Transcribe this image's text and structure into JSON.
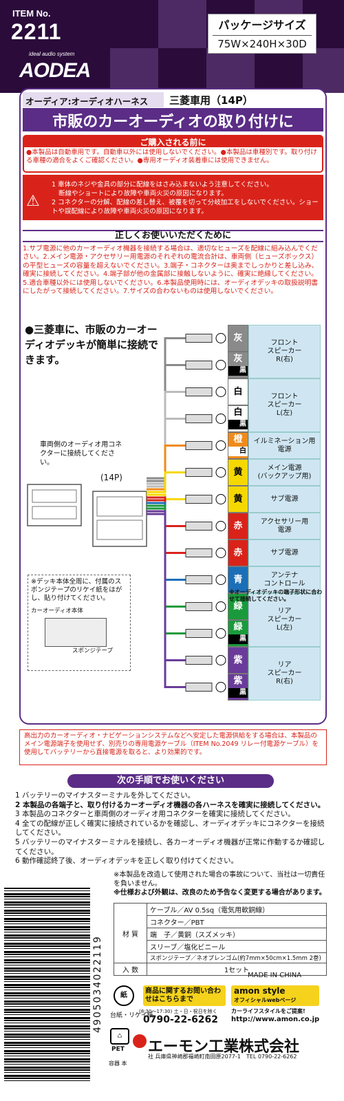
{
  "header": {
    "item_label": "ITEM No.",
    "item_number": "2211",
    "brand_small": "ideal audio system",
    "brand": "AODEA",
    "package_label": "パッケージサイズ",
    "package_size": "75W×240H×30D"
  },
  "category": "オーディア:オーディオハーネス",
  "fitment": "三菱車用（14P）",
  "title": "市販のカーオーディオの取り付けに",
  "before": {
    "heading": "ご購入される前に",
    "text": "●本製品は自動車用です。自動車以外には使用しないでください。●本製品は車種別です。取り付ける車種の適合をよくご確認ください。●専用オーディオ装着車には使用できません。"
  },
  "warning": {
    "icon": "⚠",
    "line1": "1 車体のネジや金具の部分に配線をはさみ込まないよう注意してください。",
    "line1b": "断線やショートにより故障や車両火災の原因になります。",
    "line2": "2 コネクターの分解、配線の差し替え、被覆を切って分岐加工をしないでください。ショートや誤配線により故障や車両火災の原因になります。"
  },
  "usage": {
    "heading": "正しくお使いいただくために",
    "text": "1.サブ電源に他のカーオーディオ機器を接続する場合は、適切なヒューズを配線に組み込んでください。2.メイン電源・アクセサリー用電源のそれぞれの電流合計は、車両側（ヒューズボックス）の平型ヒューズの容量を超えないでください。3.端子・コネクターは奥までしっかりと差し込み、確実に接続してください。4.端子部が他の金属部に接触しないように、確実に絶縁してください。5.適合車種以外には使用しないでください。6.本製品使用時には、オーディオデッキの取扱説明書にしたがって接続してください。7.サイズの合わないものは使用しないでください。"
  },
  "diagram": {
    "bullet": "●三菱車に、市販のカーオーディオデッキが簡単に接続できます。",
    "car_connector": "車両側のオーディオ用コネクターに接続してください。",
    "pin": "(14P)",
    "sponge_note": "※デッキ本体全周に、付属のスポンジテープのリケイ紙をはがし、貼り付けてください。",
    "sponge_caption1": "カーオーディオ本体",
    "sponge_caption2": "スポンジテープ",
    "terminal_note": "※オーディオデッキの端子形状に合わせて接続してください。",
    "wires": [
      {
        "color": "灰",
        "desc1": "フロント",
        "desc2": "スピーカー",
        "desc3": "R(右)"
      },
      {
        "color": "灰",
        "stripe": "黒"
      },
      {
        "color": "白",
        "desc1": "フロント",
        "desc2": "スピーカー",
        "desc3": "L(左)"
      },
      {
        "color": "白",
        "stripe": "黒"
      },
      {
        "color": "橙",
        "stripe": "白",
        "desc1": "イルミネーション用",
        "desc2": "電源"
      },
      {
        "color": "黄",
        "desc1": "メイン電源",
        "desc2": "(バックアップ用)"
      },
      {
        "color": "黄",
        "desc1": "サブ電源"
      },
      {
        "color": "赤",
        "desc1": "アクセサリー用",
        "desc2": "電源"
      },
      {
        "color": "赤",
        "desc1": "サブ電源"
      },
      {
        "color": "青",
        "desc1": "アンテナ",
        "desc2": "コントロール"
      },
      {
        "color": "緑",
        "desc1": "リア",
        "desc2": "スピーカー",
        "desc3": "L(左)"
      },
      {
        "color": "緑",
        "stripe": "黒"
      },
      {
        "color": "紫",
        "desc1": "リア",
        "desc2": "スピーカー",
        "desc3": "R(右)"
      },
      {
        "color": "紫",
        "stripe": "黒"
      }
    ],
    "colors": {
      "gray": "#8a8a8a",
      "white": "#ffffff",
      "orange": "#f08a1a",
      "yellow": "#f5d800",
      "red": "#d9231a",
      "blue": "#1c6fb7",
      "green": "#1a9a3c",
      "purple": "#6a3b9a"
    }
  },
  "bottom_note": "高出力のカーオーディオ・ナビゲーションシステムなどへ安定した電源供給をする場合は、本製品のメイン電源端子を使用せず、別売りの専用電源ケーブル（ITEM No.2049 リレー付電源ケーブル）を使用してバッテリーから直接電源を取ると、より効果的です。",
  "steps": {
    "heading": "次の手順でお使いください",
    "items": [
      "1 バッテリーのマイナスターミナルを外してください。",
      "2 本製品の各端子と、取り付けるカーオーディオ機器の各ハーネスを確実に接続してください。",
      "3 本製品のコネクターと車両側のオーディオ用コネクターを確実に接続してください。",
      "4 全ての配線が正しく確実に接続されているかを確認し、オーディオデッキにコネクターを接続してください。",
      "5 バッテリーのマイナスターミナルを接続し、各カーオーディオ機器が正常に作動するか確認してください。",
      "6 動作確認終了後、オーディオデッキを正しく取り付けてください。"
    ]
  },
  "disclaimer": [
    "※本製品を改造して使用された場合の事故について、当社は一切責任を負いません。",
    "※仕様および外観は、改良のため予告なく変更する場合があります。"
  ],
  "spec": {
    "material_label": "材 質",
    "materials": [
      "ケーブル／AV 0.5sq（電気用軟銅線）",
      "コネクター／PBT",
      "端　子／黄銅（スズメッキ）",
      "スリーブ／塩化ビニール",
      "スポンジテープ／ネオプレンゴム(約7mm×50cm×1.5mm 2巻)"
    ],
    "qty_label": "入 数",
    "qty": "1セット"
  },
  "barcode": "4905034022119",
  "made_in": "MADE IN CHINA",
  "recycle": "台紙・リケイ紙",
  "contact": {
    "text": "商品に関するお問い合わせはこちらまで",
    "hours": "(8:30〜17:30) 土・日・祝日を除く",
    "phone": "0790-22-6262"
  },
  "amon": {
    "name": "amon style",
    "sub": "オフィシャルwebページ",
    "tag": "カーライフスタイルをご提案!",
    "url": "http://www.amon.co.jp"
  },
  "pet": "PET",
  "packaging_labels": "容器 本",
  "company": "エーモン工業株式会社",
  "address": "社 兵庫県神崎郡福崎町南田原2077-1　TEL 0790-22-6262"
}
